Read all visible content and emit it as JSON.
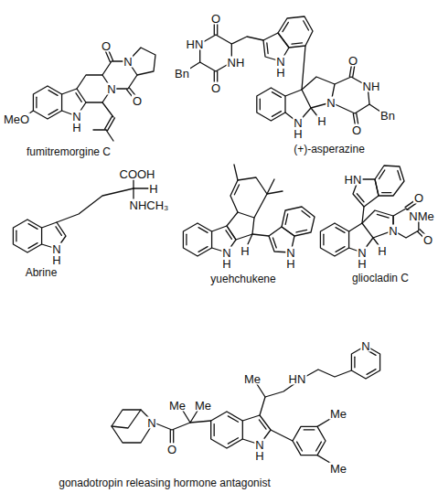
{
  "diagram": {
    "labels": [
      "O",
      "N",
      "N",
      "O",
      "MeO",
      "N",
      "H",
      "fumitremorgine C",
      "O",
      "HN",
      "NH",
      "Bn",
      "O",
      "N",
      "H",
      "O",
      "NH",
      "N",
      "N",
      "H",
      "H",
      "O",
      "Bn",
      "(+)-asperazine",
      "COOH",
      "H",
      "NHCH₃",
      "N",
      "H",
      "Abrine",
      "N",
      "H",
      "H",
      "N",
      "H",
      "yuehchukene",
      "HN",
      "O",
      "NMe",
      "N",
      "O",
      "N",
      "H",
      "H",
      "gliocladin C",
      "N",
      "HN",
      "Me",
      "Me",
      "Me",
      "N",
      "O",
      "N",
      "H",
      "Me",
      "Me",
      "gonadotropin releasing hormone antagonist"
    ]
  }
}
